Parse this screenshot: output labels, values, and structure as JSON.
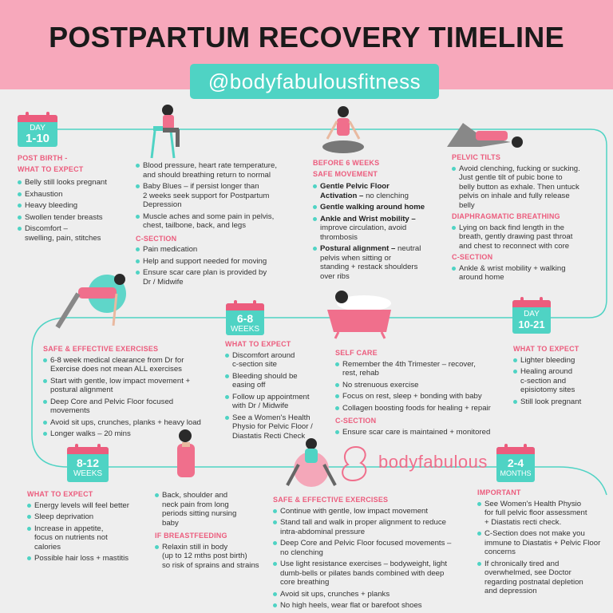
{
  "header": {
    "title": "POSTPARTUM RECOVERY TIMELINE",
    "handle": "@bodyfabulousfitness"
  },
  "colors": {
    "pink": "#ec5c7d",
    "lightpink": "#f7a8bb",
    "teal": "#4fd3c4"
  },
  "brand": {
    "logo_text": "bodyfabulous"
  },
  "cal1": {
    "l1": "DAY",
    "l2": "1-10"
  },
  "cal2": {
    "l1": "6-8",
    "l2": "WEEKS"
  },
  "cal3": {
    "l1": "DAY",
    "l2": "10-21"
  },
  "cal4": {
    "l1": "8-12",
    "l2": "WEEKS"
  },
  "cal5": {
    "l1": "2-4",
    "l2": "MONTHS"
  },
  "s1": {
    "h1": "POST BIRTH  -",
    "h2": "WHAT TO EXPECT",
    "items": [
      "Belly still looks pregnant",
      "Exhaustion",
      "Heavy bleeding",
      "Swollen tender breasts",
      "Discomfort –",
      "swelling, pain, stitches"
    ]
  },
  "s2": {
    "items": [
      "Blood pressure, heart rate temperature,",
      "and should breathing return to normal",
      "Baby Blues – if persist longer than",
      "2 weeks seek support for Postpartum",
      "Depression",
      "Muscle aches and some pain in pelvis,",
      "chest, tailbone, back, and legs"
    ],
    "h": "C-SECTION",
    "items2": [
      "Pain medication",
      "Help and support needed for moving",
      "Ensure scar care plan is provided by",
      "Dr / Midwife"
    ]
  },
  "s3": {
    "h1": "BEFORE 6 WEEKS",
    "h2": "SAFE MOVEMENT",
    "b1": "Gentle Pelvic Floor",
    "b1b": "Activation –",
    "t1": "no clenching",
    "b2": "Gentle walking around home",
    "b3": "Ankle and Wrist mobility –",
    "t3a": "improve circulation, avoid",
    "t3b": "thrombosis",
    "b4": "Postural alignment –",
    "t4a": "neutral",
    "t4b": "pelvis when sitting or",
    "t4c": "standing + restack shoulders",
    "t4d": "over ribs"
  },
  "s4": {
    "h1": "PELVIC TILTS",
    "items": [
      "Avoid clenching, fucking or sucking.",
      "Just gentle tilt of pubic bone to",
      "belly button as exhale. Then untuck",
      "pelvis on inhale and fully release",
      "belly"
    ],
    "h2": "DIAPHRAGMATIC BREATHING",
    "items2": [
      "Lying on back find length in the",
      "breath, gently drawing past throat",
      "and chest to reconnect with core"
    ],
    "h3": "C-SECTION",
    "items3": [
      "Ankle & wrist mobility + walking",
      "around home"
    ]
  },
  "s5": {
    "h": "SAFE & EFFECTIVE EXERCISES",
    "items": [
      "6-8 week medical clearance from Dr for",
      "Exercise does not mean ALL exercises",
      "Start with gentle, low impact movement +",
      "postural alignment",
      "Deep Core and Pelvic Floor focused",
      "movements",
      "Avoid sit ups, crunches, planks + heavy load",
      "Longer walks – 20 mins"
    ]
  },
  "s6": {
    "h": "WHAT TO EXPECT",
    "items": [
      "Discomfort around",
      "c-section site",
      "Bleeding should be",
      "easing off",
      "Follow up appointment",
      "with Dr / Midwife",
      "See a Women's Health",
      "Physio for Pelvic Floor /",
      "Diastatis Recti Check"
    ]
  },
  "s7": {
    "h": "SELF CARE",
    "items": [
      "Remember the 4th Trimester – recover,",
      "rest, rehab",
      "No strenuous exercise",
      "Focus on rest, sleep + bonding with baby",
      "Collagen boosting foods for healing + repair"
    ],
    "h2": "C-SECTION",
    "items2": [
      "Ensure scar care is maintained + monitored"
    ]
  },
  "s8": {
    "h": "WHAT TO EXPECT",
    "items": [
      "Lighter bleeding",
      "Healing around",
      "c-section and",
      "episiotomy sites",
      "Still look pregnant"
    ]
  },
  "s9": {
    "h": "WHAT TO EXPECT",
    "items": [
      "Energy levels will feel better",
      "Sleep deprivation",
      "Increase in appetite,",
      "focus on nutrients not",
      "calories",
      "Possible hair loss + mastitis"
    ]
  },
  "s10": {
    "items": [
      "Back, shoulder and",
      "neck pain from long",
      "periods sitting nursing",
      "baby"
    ],
    "h": "IF BREASTFEEDING",
    "items2": [
      "Relaxin still in body",
      "(up to 12 mths post birth)",
      "so risk of sprains and strains"
    ]
  },
  "s11": {
    "h": "SAFE & EFFECTIVE EXERCISES",
    "items": [
      "Continue with gentle, low impact movement",
      "Stand tall and walk in proper alignment to reduce",
      "intra-abdominal pressure",
      "Deep Core and Pelvic Floor focused movements –",
      "no clenching",
      "Use light resistance exercises – bodyweight, light",
      "dumb-bells or pilates bands combined with deep",
      "core breathing",
      "Avoid sit ups, crunches + planks",
      "No high heels, wear flat or barefoot shoes"
    ]
  },
  "s12": {
    "h": "IMPORTANT",
    "items": [
      "See Women's Health Physio",
      "for full pelvic floor assessment",
      "+ Diastatis recti check.",
      "C-Section does not make you",
      "immune to Diastatis + Pelvic Floor",
      "concerns",
      "If chronically tired and",
      "overwhelmed, see Doctor",
      "regarding postnatal depletion",
      "and depression"
    ]
  }
}
